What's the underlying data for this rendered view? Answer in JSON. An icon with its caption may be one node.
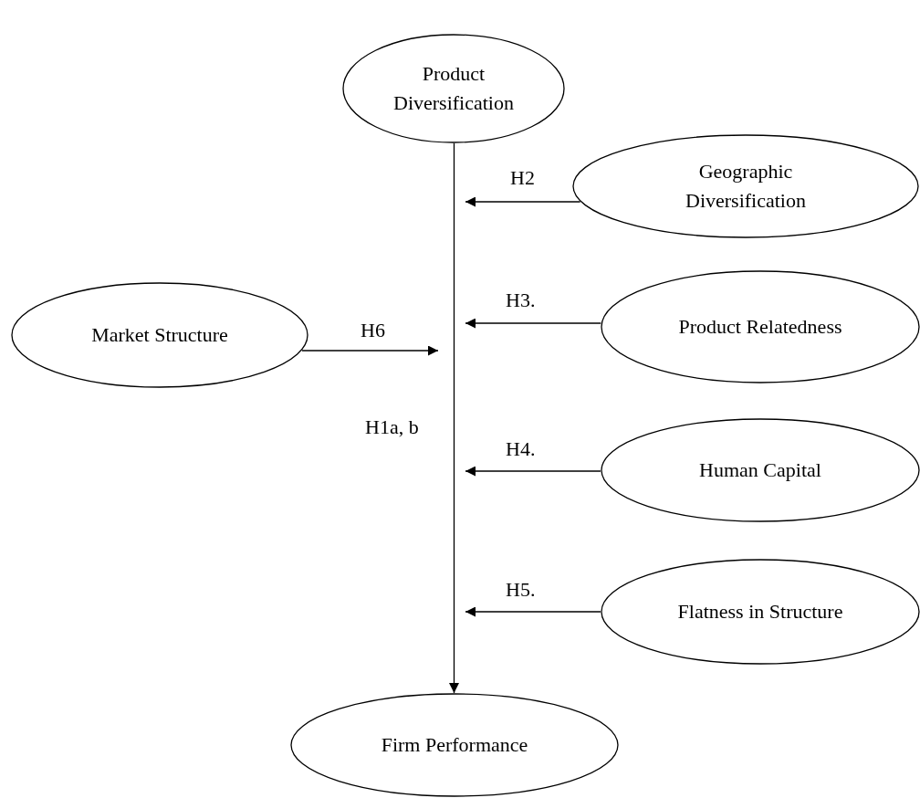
{
  "diagram": {
    "nodes": [
      {
        "text": [
          "Product Diversification"
        ]
      },
      {
        "text": [
          "Geographic Diversification"
        ]
      },
      {
        "text": [
          "Market Structure"
        ]
      },
      {
        "text": [
          "Product Relatedness"
        ]
      },
      {
        "text": [
          "Human Capital"
        ]
      },
      {
        "text": [
          "Flatness in Structure"
        ]
      },
      {
        "text": [
          "Firm Performance"
        ]
      }
    ],
    "edges": [
      {
        "from": 0,
        "to": 6,
        "arrow": "to",
        "label": "H1a, b"
      },
      {
        "from": 1,
        "to": null,
        "arrow": "to",
        "label": "H2"
      },
      {
        "from": 2,
        "to": null,
        "arrow": "to",
        "label": "H6"
      },
      {
        "from": 3,
        "to": null,
        "arrow": "to",
        "label": "H3."
      },
      {
        "from": 4,
        "to": null,
        "arrow": "to",
        "label": "H4."
      },
      {
        "from": 5,
        "to": null,
        "arrow": "to",
        "label": "H5."
      }
    ]
  }
}
